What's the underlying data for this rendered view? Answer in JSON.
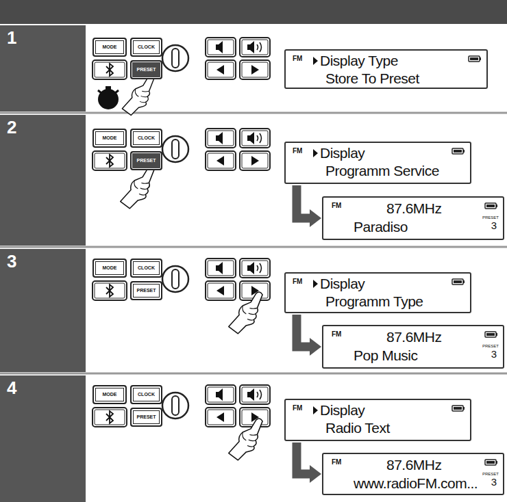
{
  "diagram": {
    "nodes": [
      {
        "text": [
          "1"
        ]
      },
      {
        "text": [
          "MODE"
        ]
      },
      {
        "text": [
          "CLOCK"
        ]
      },
      {
        "text": [
          "PRESET"
        ]
      },
      {
        "text": [
          "FM",
          "Display Type",
          "Store To Preset"
        ]
      },
      {
        "text": [
          "2"
        ]
      },
      {
        "text": [
          "MODE"
        ]
      },
      {
        "text": [
          "CLOCK"
        ]
      },
      {
        "text": [
          "PRESET"
        ]
      },
      {
        "text": [
          "FM",
          "Display",
          "Programm Service"
        ]
      },
      {
        "text": [
          "FM",
          "87.6MHz",
          "Paradiso",
          "PRESET",
          "3"
        ]
      },
      {
        "text": [
          "3"
        ]
      },
      {
        "text": [
          "MODE"
        ]
      },
      {
        "text": [
          "CLOCK"
        ]
      },
      {
        "text": [
          "PRESET"
        ]
      },
      {
        "text": [
          "FM",
          "Display",
          "Programm Type"
        ]
      },
      {
        "text": [
          "FM",
          "87.6MHz",
          "Pop Music",
          "PRESET",
          "3"
        ]
      },
      {
        "text": [
          "4"
        ]
      },
      {
        "text": [
          "MODE"
        ]
      },
      {
        "text": [
          "CLOCK"
        ]
      },
      {
        "text": [
          "PRESET"
        ]
      },
      {
        "text": [
          "FM",
          "Display",
          "Radio Text"
        ]
      },
      {
        "text": [
          "FM",
          "87.6MHz",
          "www.radioFM.com...",
          "PRESET",
          "3"
        ]
      }
    ],
    "edges": [
      {
        "from": 9,
        "to": 10,
        "arrow": "to"
      },
      {
        "from": 15,
        "to": 16,
        "arrow": "to"
      },
      {
        "from": 21,
        "to": 22,
        "arrow": "to"
      }
    ]
  }
}
